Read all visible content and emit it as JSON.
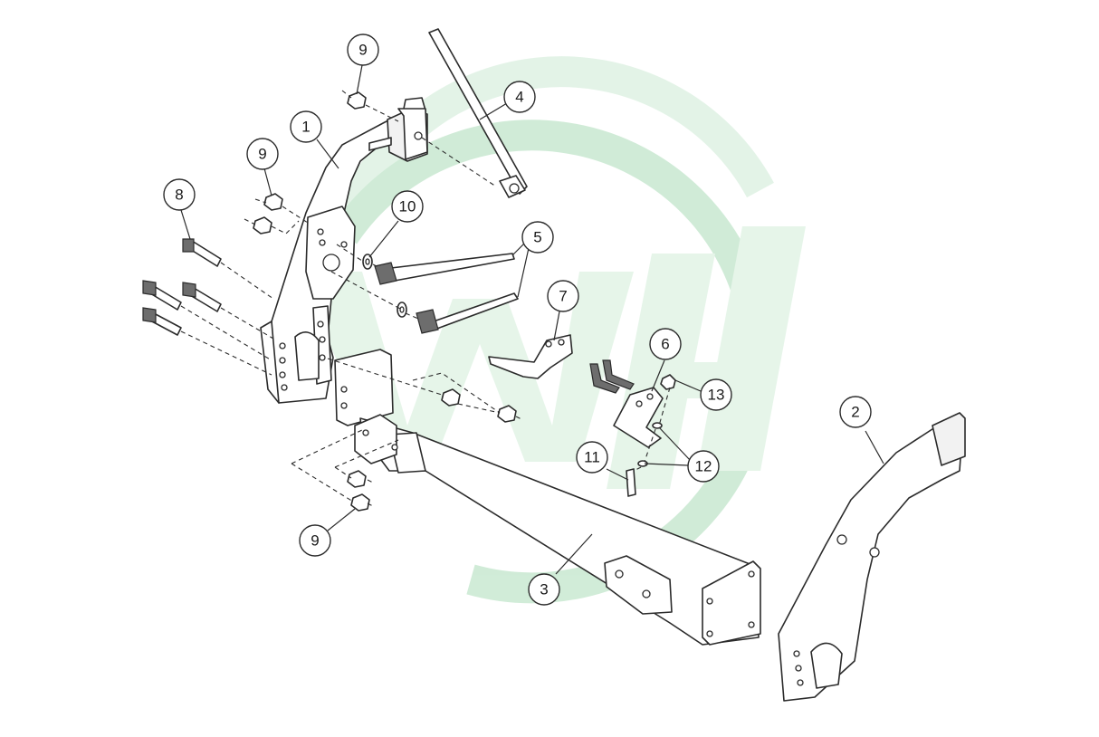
{
  "watermark": {
    "logo_color": "#2fa84f",
    "logo_fill_color": "#e3f4e6"
  },
  "callouts": [
    {
      "id": "c9a",
      "label": "9"
    },
    {
      "id": "c1",
      "label": "1"
    },
    {
      "id": "c4",
      "label": "4"
    },
    {
      "id": "c9b",
      "label": "9"
    },
    {
      "id": "c8",
      "label": "8"
    },
    {
      "id": "c10",
      "label": "10"
    },
    {
      "id": "c5",
      "label": "5"
    },
    {
      "id": "c7",
      "label": "7"
    },
    {
      "id": "c6",
      "label": "6"
    },
    {
      "id": "c13",
      "label": "13"
    },
    {
      "id": "c2",
      "label": "2"
    },
    {
      "id": "c11",
      "label": "11"
    },
    {
      "id": "c12",
      "label": "12"
    },
    {
      "id": "c9c",
      "label": "9"
    },
    {
      "id": "c3",
      "label": "3"
    }
  ]
}
